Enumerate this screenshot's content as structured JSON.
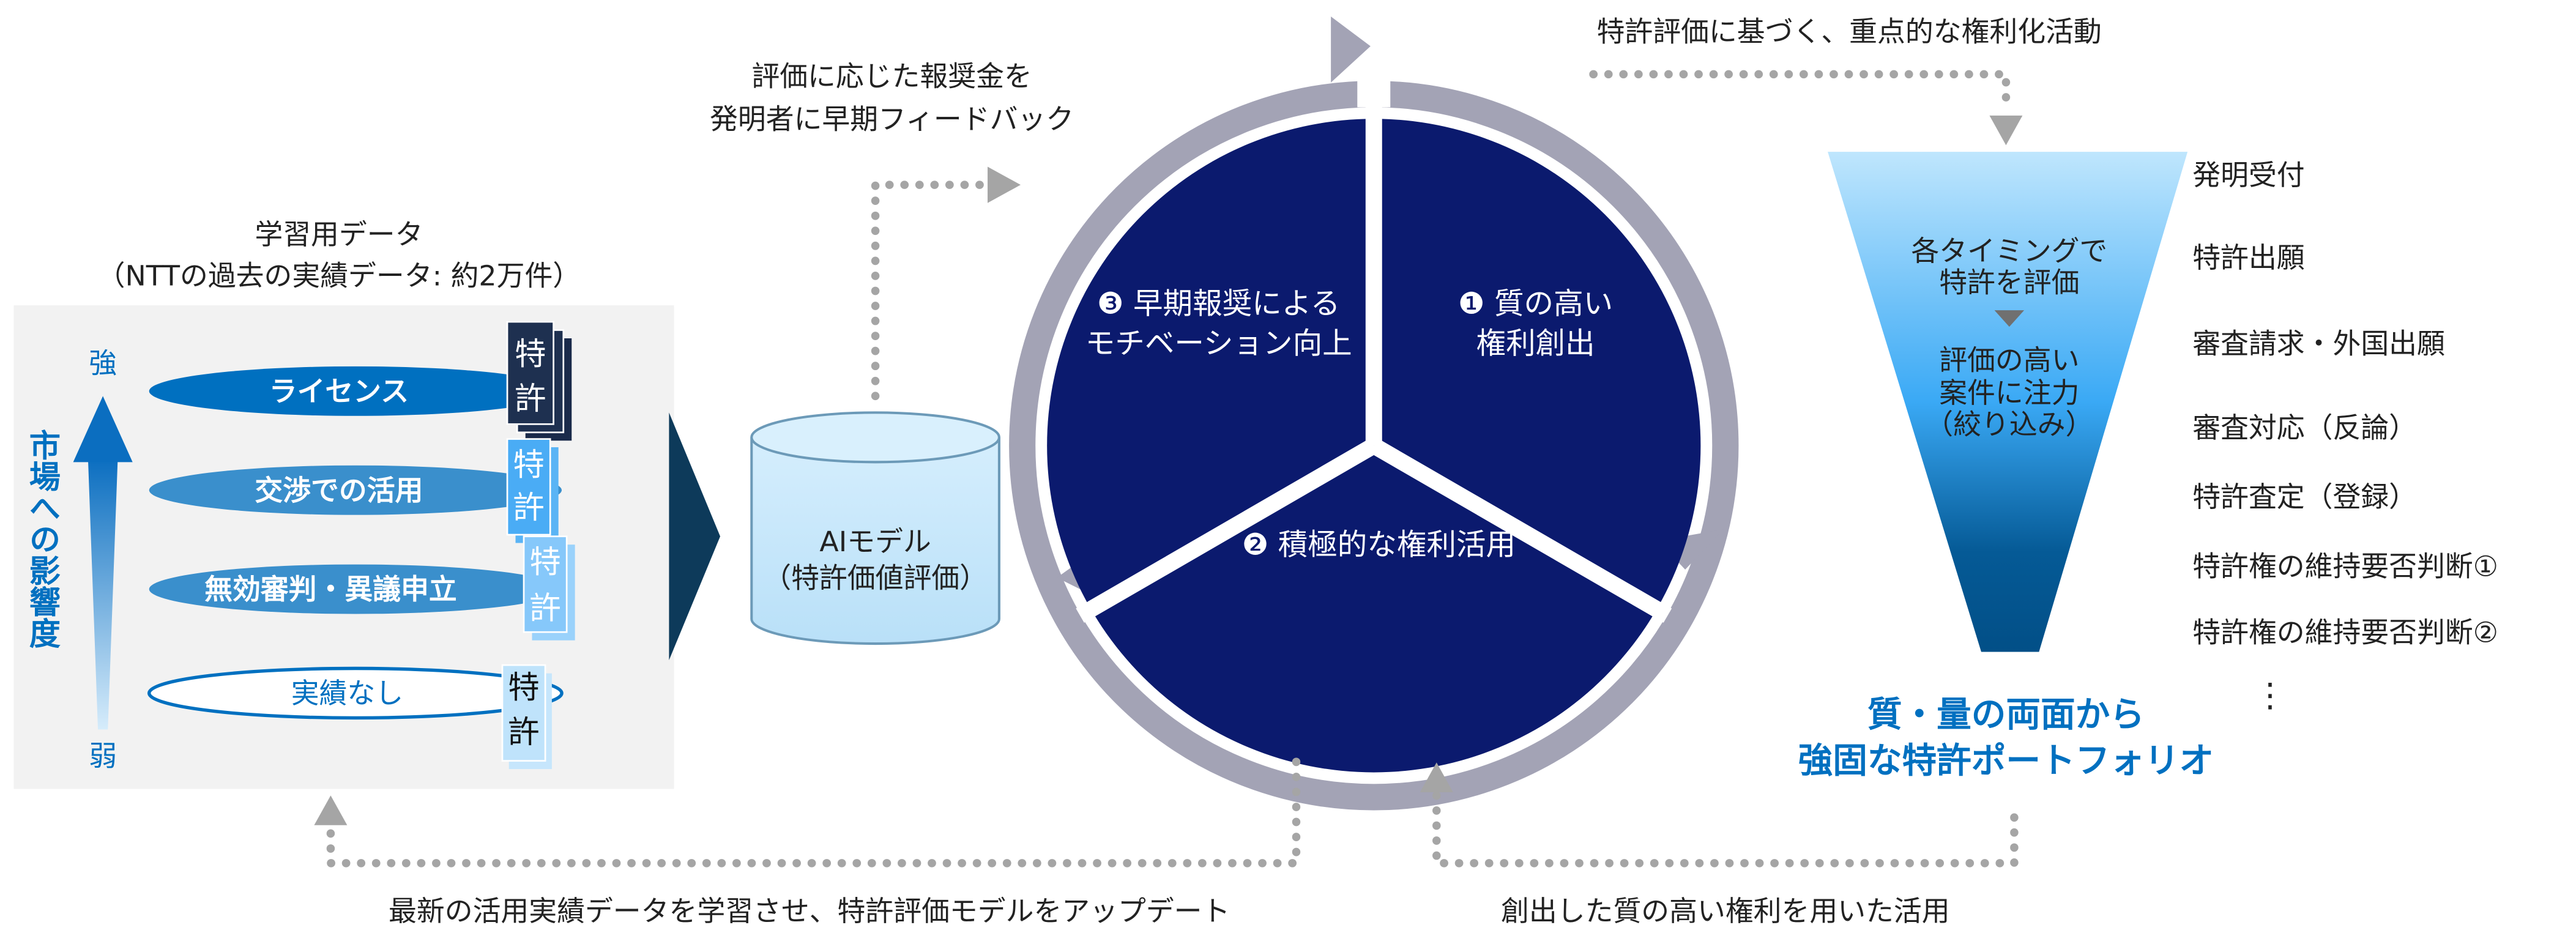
{
  "training_data": {
    "title": "学習用データ",
    "subtitle": "（NTTの過去の実績データ: 約2万件）",
    "axis_label": "市場への影響度",
    "strong": "強",
    "weak": "弱",
    "categories": [
      "ライセンス",
      "交渉での活用",
      "無効審判・異議申立",
      "実績なし"
    ],
    "doc_label_1": "特",
    "doc_label_2": "許"
  },
  "ai_model": {
    "title": "AIモデル",
    "subtitle": "（特許価値評価）"
  },
  "feedback_text": [
    "評価に応じた報奨金を",
    "発明者に早期フィードバック"
  ],
  "cycle": {
    "step1": [
      "❶ 質の高い",
      "権利創出"
    ],
    "step2": "❷ 積極的な権利活用",
    "step3": [
      "❸ 早期報奨による",
      "モチベーション向上"
    ]
  },
  "top_right_text": "特許評価に基づく、重点的な権利化活動",
  "funnel": {
    "text_top": [
      "各タイミングで",
      "特許を評価"
    ],
    "text_bottom": [
      "評価の高い",
      "案件に注力",
      "（絞り込み）"
    ]
  },
  "stages": [
    "発明受付",
    "特許出願",
    "審査請求・外国出願",
    "審査対応（反論）",
    "特許査定（登録）",
    "特許権の維持要否判断①",
    "特許権の維持要否判断②",
    "⋮"
  ],
  "portfolio": [
    "質・量の両面から",
    "強固な特許ポートフォリオ"
  ],
  "bottom_left_text": "最新の活用実績データを学習させ、特許評価モデルをアップデート",
  "bottom_right_text": "創出した質の高い権利を用いた活用",
  "colors": {
    "navy": "#0b1a6e",
    "ring": "#a3a3b5",
    "blue": "#0070c0",
    "dark_teal": "#0d3a5a"
  }
}
